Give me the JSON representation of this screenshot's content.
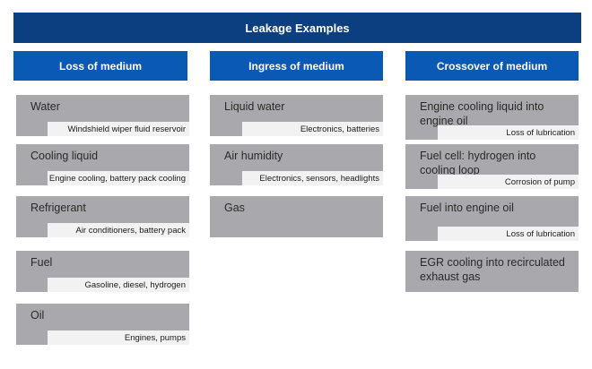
{
  "title": "Leakage Examples",
  "columns": [
    {
      "header": "Loss of medium",
      "items": [
        {
          "label": "Water",
          "sub": "Windshield wiper fluid reservoir"
        },
        {
          "label": "Cooling liquid",
          "sub": "Engine cooling, battery pack cooling"
        },
        {
          "label": "Refrigerant",
          "sub": "Air conditioners, battery pack"
        },
        {
          "label": "Fuel",
          "sub": "Gasoline, diesel, hydrogen"
        },
        {
          "label": "Oil",
          "sub": "Engines, pumps"
        }
      ]
    },
    {
      "header": "Ingress of medium",
      "items": [
        {
          "label": "Liquid water",
          "sub": "Electronics, batteries"
        },
        {
          "label": "Air humidity",
          "sub": "Electronics, sensors, headlights"
        },
        {
          "label": "Gas",
          "sub": ""
        }
      ]
    },
    {
      "header": "Crossover of medium",
      "items": [
        {
          "label": "Engine cooling liquid into engine oil",
          "sub": "Loss of lubrication"
        },
        {
          "label": "Fuel cell: hydrogen into cooling loop",
          "sub": "Corrosion of pump"
        },
        {
          "label": "Fuel into engine oil",
          "sub": "Loss of lubrication"
        },
        {
          "label": "EGR cooling into recirculated exhaust gas",
          "sub": ""
        }
      ]
    }
  ]
}
